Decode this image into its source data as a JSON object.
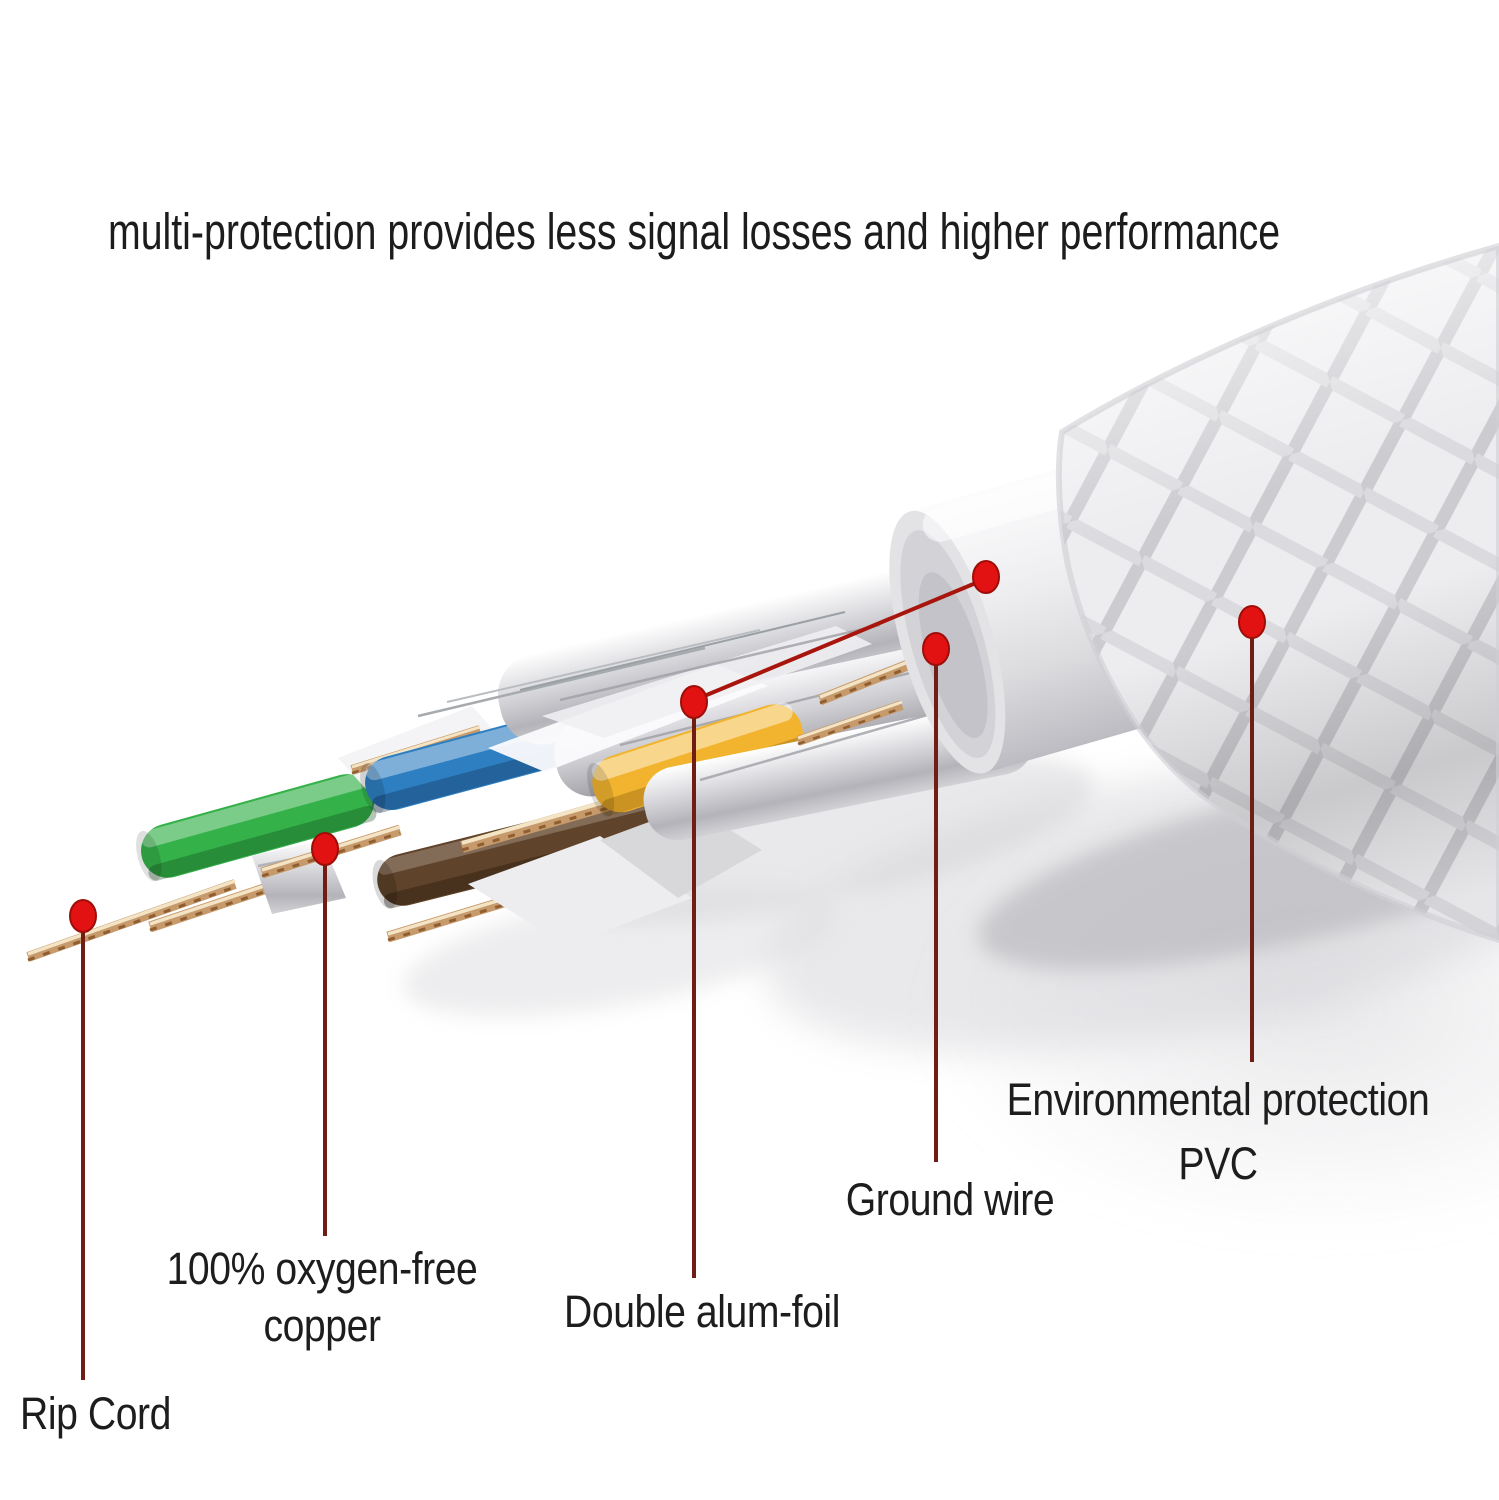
{
  "diagram": {
    "headline": "multi-protection provides less signal losses and higher performance",
    "callouts": {
      "rip_cord": {
        "label": "Rip Cord"
      },
      "copper": {
        "line1": "100% oxygen-free",
        "line2": "copper"
      },
      "alum_foil": {
        "label": "Double alum-foil"
      },
      "ground_wire": {
        "label": "Ground wire"
      },
      "pvc": {
        "line1": "Environmental protection",
        "line2": "PVC"
      }
    },
    "colors": {
      "dot": "#e31212",
      "callout_line": "#6f1d15",
      "callout_line_diagonal": "#a8150c",
      "green_wire": "#35b14a",
      "blue_wire": "#2e7fc2",
      "brown_wire": "#5f432a",
      "yellow_wire": "#f2b42e",
      "copper_strands": "#c79a6b",
      "foil": "#d6d6da",
      "inner_sheath": "#e8e8eb",
      "jacket_braid": "#ededf0",
      "headline_text": "#1c1c1c"
    }
  }
}
